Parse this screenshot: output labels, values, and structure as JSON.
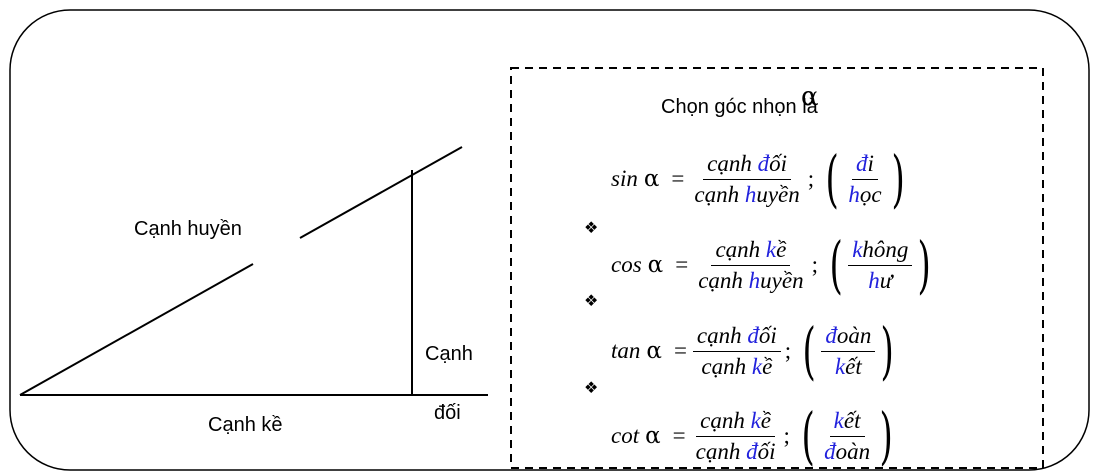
{
  "triangle": {
    "hypotenuse_label": "Cạnh huyền",
    "adjacent_label": "Cạnh kề",
    "opposite_label_line1": "Cạnh",
    "opposite_label_line2": "đối"
  },
  "box": {
    "title": "Chọn góc nhọn là",
    "alpha": "α",
    "bullet": "❖",
    "formulas": [
      {
        "fn": "sin",
        "greek": "α",
        "num_pre": "cạnh ",
        "num_hl": "đ",
        "num_post": "ối",
        "den_pre": "cạnh ",
        "den_hl": "h",
        "den_post": "uyền",
        "m_num_hl": "đ",
        "m_num_post": "i",
        "m_den_hl": "h",
        "m_den_post": "ọc"
      },
      {
        "fn": "cos",
        "greek": "α",
        "num_pre": "cạnh ",
        "num_hl": "k",
        "num_post": "ề",
        "den_pre": "cạnh ",
        "den_hl": "h",
        "den_post": "uyền",
        "m_num_hl": "k",
        "m_num_post": "hông",
        "m_den_hl": "h",
        "m_den_post": "ư"
      },
      {
        "fn": "tan",
        "greek": "α",
        "num_pre": "cạnh ",
        "num_hl": "đ",
        "num_post": "ối",
        "den_pre": "cạnh ",
        "den_hl": "k",
        "den_post": "ề",
        "m_num_hl": "đ",
        "m_num_post": "oàn",
        "m_den_hl": "k",
        "m_den_post": "ết"
      },
      {
        "fn": "cot",
        "greek": "α",
        "num_pre": "cạnh ",
        "num_hl": "k",
        "num_post": "ề",
        "den_pre": "cạnh ",
        "den_hl": "đ",
        "den_post": "ối",
        "m_num_hl": "k",
        "m_num_post": "ết",
        "m_den_hl": "đ",
        "m_den_post": "oàn"
      }
    ]
  }
}
